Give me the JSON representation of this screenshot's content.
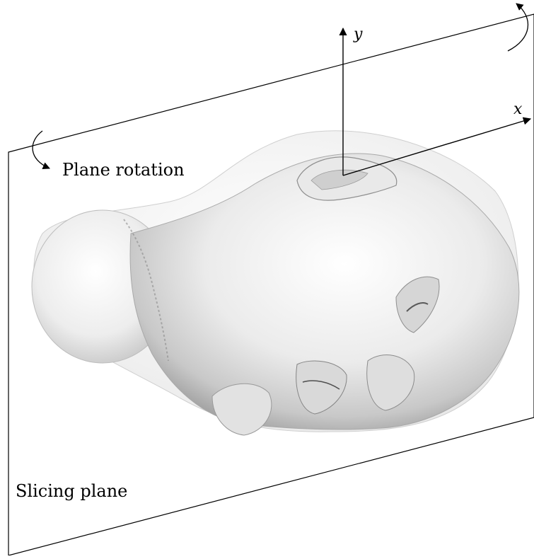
{
  "labels": {
    "y_axis": "y",
    "x_axis": "x",
    "plane_rotation": "Plane rotation",
    "slicing_plane": "Slicing plane"
  },
  "colors": {
    "line": "#000000",
    "background": "#ffffff",
    "surface_light": "#f7f7f7",
    "surface_mid": "#d9d9d9",
    "surface_dark": "#9a9a9a"
  }
}
